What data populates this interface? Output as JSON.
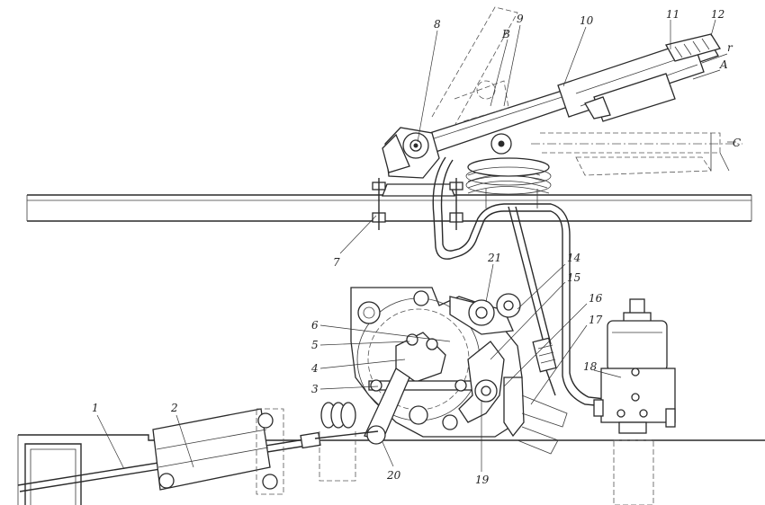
{
  "drawing": {
    "callouts": [
      {
        "id": "c1",
        "label": "1"
      },
      {
        "id": "c2",
        "label": "2"
      },
      {
        "id": "c3",
        "label": "3"
      },
      {
        "id": "c4",
        "label": "4"
      },
      {
        "id": "c5",
        "label": "5"
      },
      {
        "id": "c6",
        "label": "6"
      },
      {
        "id": "c7",
        "label": "7"
      },
      {
        "id": "c8",
        "label": "8"
      },
      {
        "id": "c9",
        "label": "9"
      },
      {
        "id": "c10",
        "label": "10"
      },
      {
        "id": "c11",
        "label": "11"
      },
      {
        "id": "c12",
        "label": "12"
      },
      {
        "id": "c14",
        "label": "14"
      },
      {
        "id": "c15",
        "label": "15"
      },
      {
        "id": "c16",
        "label": "16"
      },
      {
        "id": "c17",
        "label": "17"
      },
      {
        "id": "c18",
        "label": "18"
      },
      {
        "id": "c19",
        "label": "19"
      },
      {
        "id": "c20",
        "label": "20"
      },
      {
        "id": "c21",
        "label": "21"
      },
      {
        "id": "cB",
        "label": "B"
      },
      {
        "id": "cC",
        "label": "C"
      },
      {
        "id": "cA",
        "label": "A"
      },
      {
        "id": "cr",
        "label": "r"
      }
    ]
  }
}
